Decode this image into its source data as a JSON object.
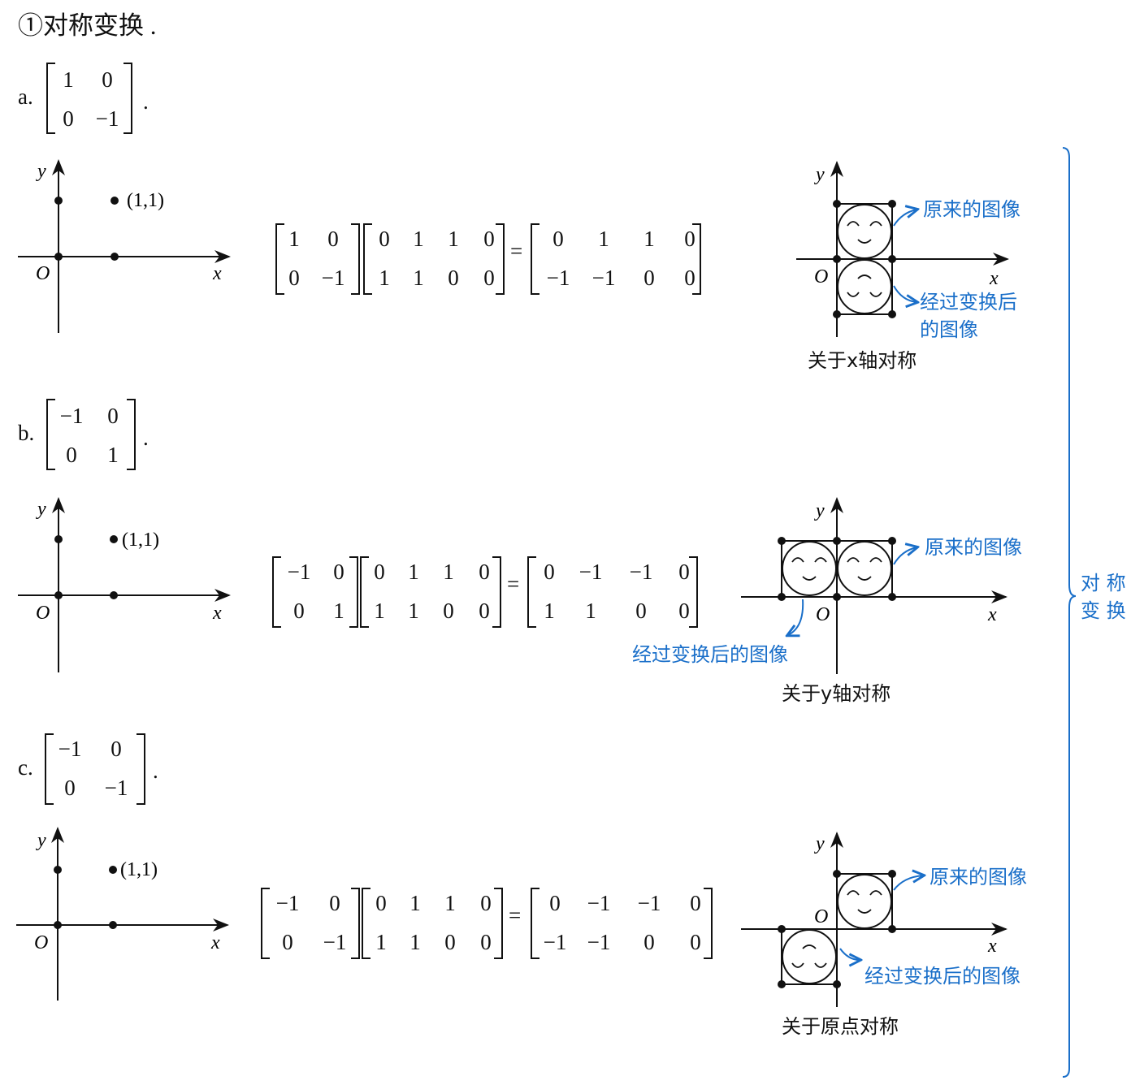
{
  "title": "①对称变换 .",
  "sections": [
    {
      "label": "a.",
      "matrix": [
        "1",
        "0",
        "0",
        "−1"
      ],
      "point_label": "(1,1)",
      "eq": {
        "m": [
          "1",
          "0",
          "0",
          "−1"
        ],
        "p": [
          "0",
          "1",
          "1",
          "0",
          "1",
          "1",
          "0",
          "0"
        ],
        "r": [
          "0",
          "1",
          "1",
          "0",
          "−1",
          "−1",
          "0",
          "0"
        ]
      },
      "caption": "关于x轴对称",
      "orig": "原来的图像",
      "trans": "经过变换后的图像",
      "trans_lines": [
        "经过变换后",
        "的图像"
      ]
    },
    {
      "label": "b.",
      "matrix": [
        "−1",
        "0",
        "0",
        "1"
      ],
      "point_label": "(1,1)",
      "eq": {
        "m": [
          "−1",
          "0",
          "0",
          "1"
        ],
        "p": [
          "0",
          "1",
          "1",
          "0",
          "1",
          "1",
          "0",
          "0"
        ],
        "r": [
          "0",
          "−1",
          "−1",
          "0",
          "1",
          "1",
          "0",
          "0"
        ]
      },
      "caption": "关于y轴对称",
      "orig": "原来的图像",
      "trans": "经过变换后的图像"
    },
    {
      "label": "c.",
      "matrix": [
        "−1",
        "0",
        "0",
        "−1"
      ],
      "point_label": "(1,1)",
      "eq": {
        "m": [
          "−1",
          "0",
          "0",
          "−1"
        ],
        "p": [
          "0",
          "1",
          "1",
          "0",
          "1",
          "1",
          "0",
          "0"
        ],
        "r": [
          "0",
          "−1",
          "−1",
          "0",
          "−1",
          "−1",
          "0",
          "0"
        ]
      },
      "caption": "关于原点对称",
      "orig": "原来的图像",
      "trans": "经过变换后的图像"
    }
  ],
  "axes": {
    "x": "x",
    "y": "y",
    "o": "O"
  },
  "equals": "=",
  "brace_label": [
    "对 称",
    "变 换"
  ],
  "colors": {
    "ink": "#111111",
    "annotation": "#1a6fc9"
  }
}
